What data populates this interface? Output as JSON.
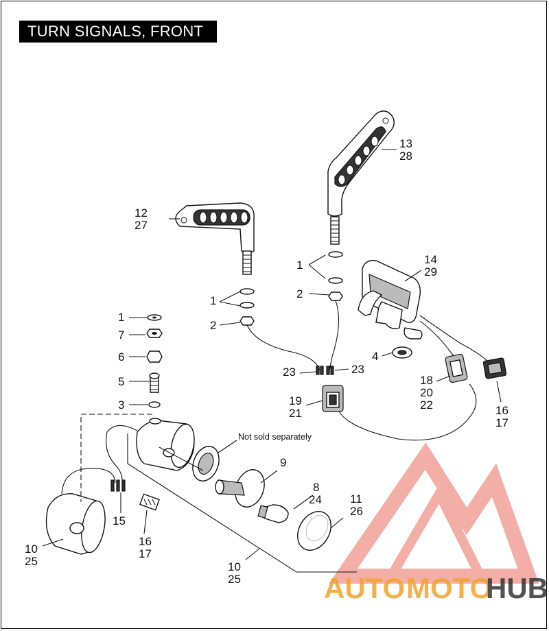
{
  "title": "TURN SIGNALS, FRONT",
  "note": "Not sold separately",
  "callouts": {
    "p12": [
      "12",
      "27"
    ],
    "p13": [
      "13",
      "28"
    ],
    "p14": [
      "14",
      "29"
    ],
    "p1a": "1",
    "p2a": "2",
    "p1b": "1",
    "p2b": "2",
    "p1c": "1",
    "p7": "7",
    "p6": "6",
    "p5": "5",
    "p3": "3",
    "p4": "4",
    "p23a": "23",
    "p23b": "23",
    "p19": [
      "19",
      "21"
    ],
    "p18": [
      "18",
      "20",
      "22"
    ],
    "p16a": [
      "16",
      "17"
    ],
    "p9": "9",
    "p8": [
      "8",
      "24"
    ],
    "p11": [
      "11",
      "26"
    ],
    "p15": "15",
    "p16b": [
      "16",
      "17"
    ],
    "p10a": [
      "10",
      "25"
    ],
    "p10b": [
      "10",
      "25"
    ]
  },
  "watermark": {
    "auto": "AUTO",
    "moto": "MOTO",
    "hub": "HUB",
    "color_red": "#e8504a",
    "color_orange": "#f2a42c",
    "color_dark": "#333333"
  }
}
